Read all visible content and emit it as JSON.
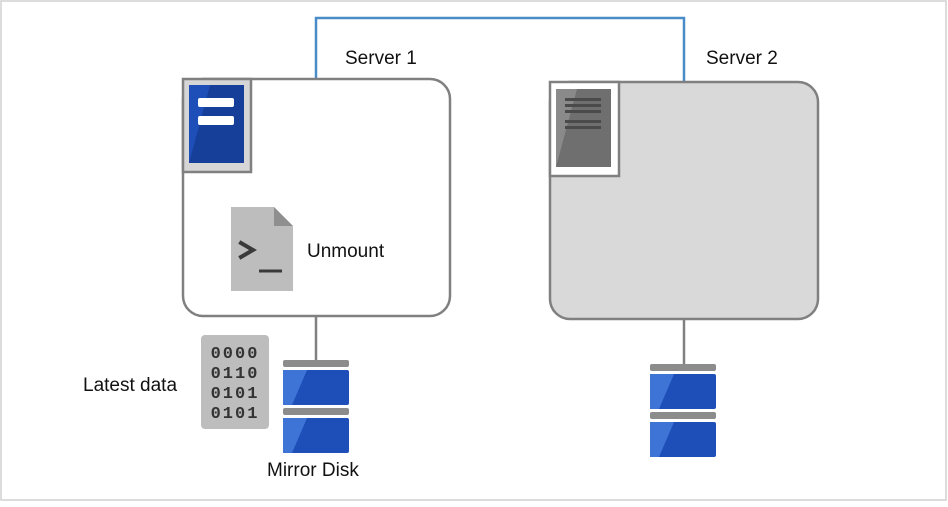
{
  "labels": {
    "server1": "Server 1",
    "server2": "Server 2",
    "unmount": "Unmount",
    "latest_data": "Latest data",
    "mirror_disk": "Mirror Disk"
  },
  "binary_rows": [
    "0000",
    "0110",
    "0101",
    "0101"
  ],
  "colors": {
    "outline": "#808080",
    "network_line": "#4a8cc8",
    "active_blue": "#1e4fb8",
    "active_blue_light": "#3d74d6",
    "inactive_fill": "#d9d9d9",
    "icon_gray": "#bdbdbd",
    "icon_gray_dark": "#7a7a7a"
  },
  "icons": {
    "server1_status": "active-server-icon",
    "server2_status": "inactive-server-icon",
    "script": "script-terminal-icon",
    "data": "binary-data-icon",
    "disk": "mirror-disk-icon"
  }
}
